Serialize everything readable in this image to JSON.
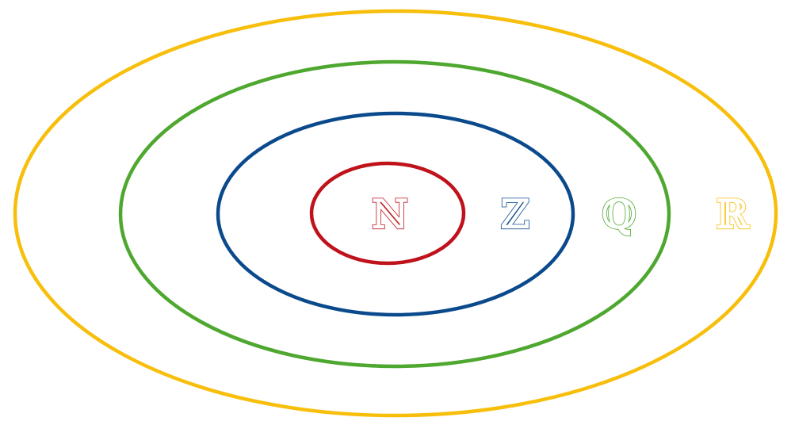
{
  "diagram": {
    "sets": [
      {
        "id": "reals",
        "label": "ℝ",
        "color": "#F7BE0B"
      },
      {
        "id": "rationals",
        "label": "ℚ",
        "color": "#4EA72E"
      },
      {
        "id": "integers",
        "label": "ℤ",
        "color": "#0A4A8C"
      },
      {
        "id": "naturals",
        "label": "ℕ",
        "color": "#C0121B"
      }
    ]
  }
}
